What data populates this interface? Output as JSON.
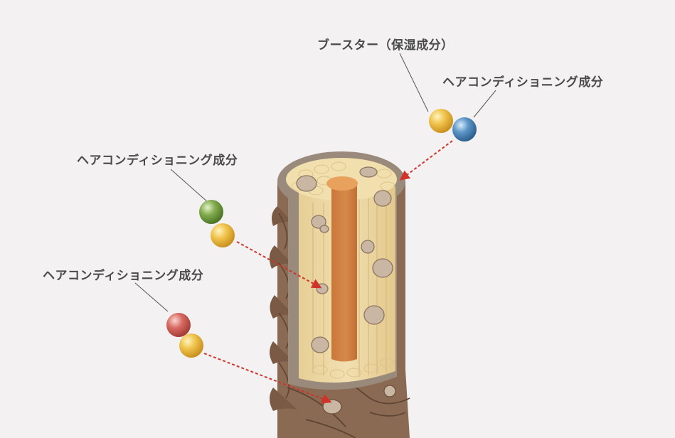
{
  "labels": {
    "booster": "ブースター（保湿成分）",
    "conditioning_top": "ヘアコンディショニング成分",
    "conditioning_middle": "ヘアコンディショニング成分",
    "conditioning_bottom": "ヘアコンディショニング成分"
  },
  "colors": {
    "background": "#f3f1f1",
    "cuticle": "#8a6a52",
    "cortex": "#ecd7a6",
    "medulla": "#cf8444",
    "arrow": "#d0332a",
    "sphere_yellow": "#e7b53a",
    "sphere_blue": "#4f88b8",
    "sphere_green": "#7ea64a",
    "sphere_red": "#d4675f"
  }
}
